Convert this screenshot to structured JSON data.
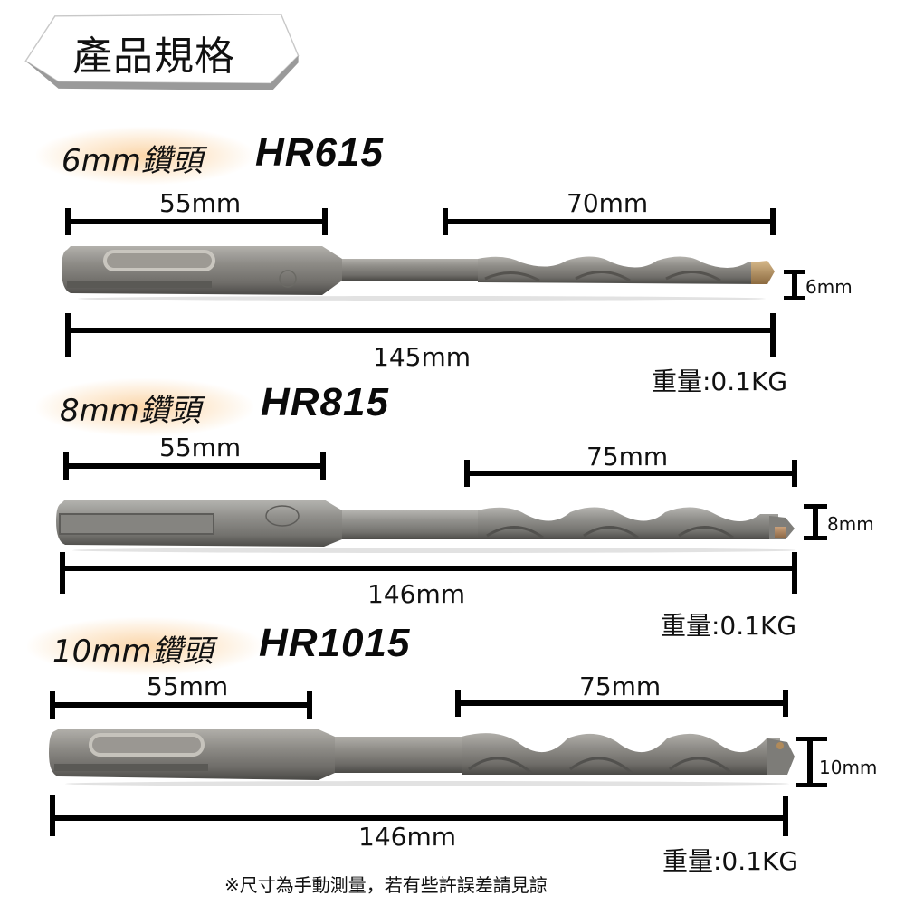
{
  "title": "產品規格",
  "products": [
    {
      "size_label": "6mm鑽頭",
      "model": "HR615",
      "shank_length": "55mm",
      "flute_length": "70mm",
      "total_length": "145mm",
      "diameter": "6mm",
      "weight": "重量:0.1KG"
    },
    {
      "size_label": "8mm鑽頭",
      "model": "HR815",
      "shank_length": "55mm",
      "flute_length": "75mm",
      "total_length": "146mm",
      "diameter": "8mm",
      "weight": "重量:0.1KG"
    },
    {
      "size_label": "10mm鑽頭",
      "model": "HR1015",
      "shank_length": "55mm",
      "flute_length": "75mm",
      "total_length": "146mm",
      "diameter": "10mm",
      "weight": "重量:0.1KG"
    }
  ],
  "footnote": "※尺寸為手動測量，若有些許誤差請見諒",
  "colors": {
    "background": "#ffffff",
    "text": "#111111",
    "metal": "#8a8a86",
    "carbide_tip": "#b08a5a",
    "label_glow": "#f8c88c"
  }
}
